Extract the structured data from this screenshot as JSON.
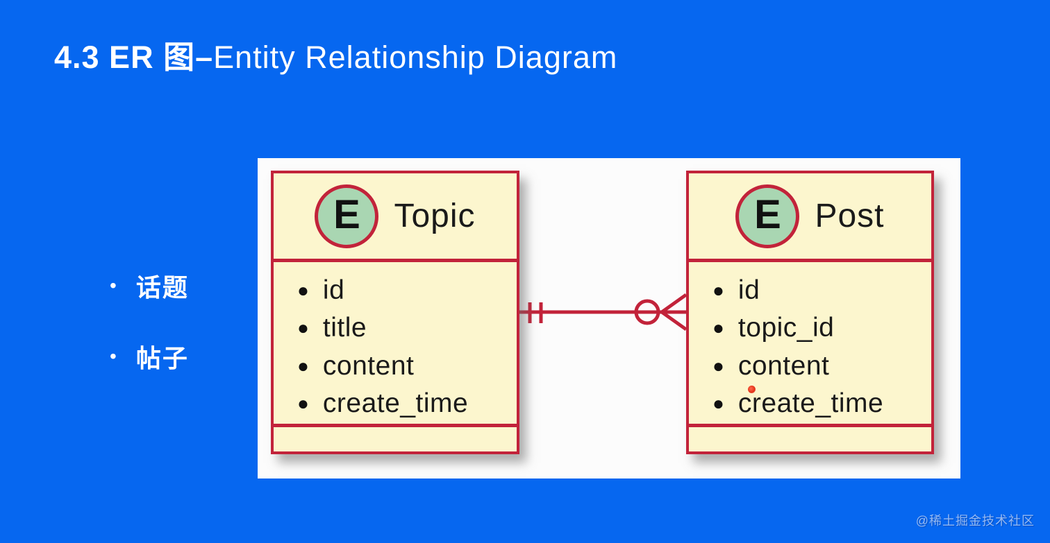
{
  "slide": {
    "title_strong": "4.3 ER 图–",
    "title_rest": "Entity Relationship Diagram",
    "bullet_glyph": "•",
    "bullets": [
      {
        "label": "话题"
      },
      {
        "label": "帖子"
      }
    ],
    "watermark": "@稀土掘金技术社区"
  },
  "diagram": {
    "attr_glyph": "●",
    "entities": [
      {
        "stereotype": "E",
        "name": "Topic",
        "attributes": [
          "id",
          "title",
          "content",
          "create_time"
        ]
      },
      {
        "stereotype": "E",
        "name": "Post",
        "attributes": [
          "id",
          "topic_id",
          "content",
          "create_time"
        ]
      }
    ],
    "relationship": {
      "from": "Topic",
      "to": "Post",
      "from_cardinality": "exactly-one",
      "to_cardinality": "zero-or-many",
      "notation": "||—o<"
    }
  },
  "colors": {
    "background": "#0667F0",
    "panel": "#FCFCFC",
    "entity_fill": "#FCF6CE",
    "entity_border": "#C2233A",
    "stereotype_fill": "#A9D6B2",
    "title_text": "#FFFFFF"
  }
}
